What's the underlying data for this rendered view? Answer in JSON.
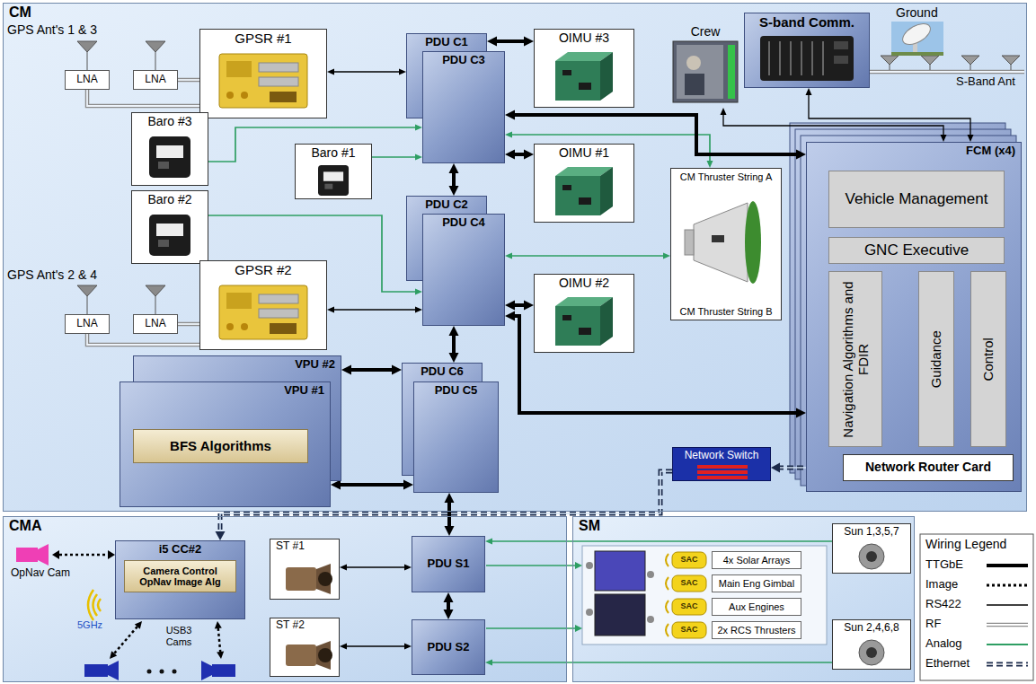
{
  "diagram": {
    "nodes": [
      {
        "text": [
          "CM"
        ]
      },
      {
        "text": [
          "LNA"
        ],
        "in": 0
      },
      {
        "text": [
          "LNA"
        ],
        "in": 0
      },
      {
        "text": [
          "GPSR #1"
        ],
        "in": 0
      },
      {
        "text": [
          "PDU C1"
        ],
        "in": 0
      },
      {
        "text": [
          "PDU C3"
        ],
        "in": 0
      },
      {
        "text": [
          "OIMU #3"
        ],
        "in": 0
      },
      {
        "text": [
          "Crew"
        ],
        "in": 0
      },
      {
        "text": [
          "S-band Comm."
        ],
        "in": 0
      },
      {
        "text": [
          "Baro #3"
        ],
        "in": 0
      },
      {
        "text": [
          "Baro #1"
        ],
        "in": 0
      },
      {
        "text": [
          "OIMU #1"
        ],
        "in": 0
      },
      {
        "text": [
          "CM Thruster String A",
          "CM Thruster String B"
        ],
        "in": 0
      },
      {
        "text": [
          "FCM (x4)"
        ],
        "in": 0
      },
      {
        "text": [
          "Vehicle Management"
        ],
        "in": 13
      },
      {
        "text": [
          "GNC Executive"
        ],
        "in": 13
      },
      {
        "text": [
          "Navigation Algorithms and FDIR"
        ],
        "in": 13
      },
      {
        "text": [
          "Guidance"
        ],
        "in": 13
      },
      {
        "text": [
          "Control"
        ],
        "in": 13
      },
      {
        "text": [
          "Baro #2"
        ],
        "in": 0
      },
      {
        "text": [
          "PDU C2"
        ],
        "in": 0
      },
      {
        "text": [
          "PDU C4"
        ],
        "in": 0
      },
      {
        "text": [
          "LNA"
        ],
        "in": 0
      },
      {
        "text": [
          "LNA"
        ],
        "in": 0
      },
      {
        "text": [
          "GPSR #2"
        ],
        "in": 0
      },
      {
        "text": [
          "OIMU #2"
        ],
        "in": 0
      },
      {
        "text": [
          "VPU #2"
        ],
        "in": 0
      },
      {
        "text": [
          "VPU #1"
        ],
        "in": 0
      },
      {
        "text": [
          "BFS Algorithms"
        ],
        "in": 27
      },
      {
        "text": [
          "PDU C6"
        ],
        "in": 0
      },
      {
        "text": [
          "PDU C5"
        ],
        "in": 0
      },
      {
        "text": [
          "Network Switch"
        ],
        "in": 0
      },
      {
        "text": [
          "Network Router Card"
        ],
        "in": 13
      },
      {
        "text": [
          "CMA"
        ]
      },
      {
        "text": [
          "i5 CC#2"
        ],
        "in": 33
      },
      {
        "text": [
          "Camera Control OpNav Image Alg"
        ],
        "in": 34
      },
      {
        "text": [
          "ST #1"
        ],
        "in": 33
      },
      {
        "text": [
          "ST #2"
        ],
        "in": 33
      },
      {
        "text": [
          "PDU S1"
        ],
        "in": 33
      },
      {
        "text": [
          "PDU S2"
        ],
        "in": 33
      },
      {
        "text": [
          "SM"
        ]
      },
      {
        "text": [
          "4x Solar Arrays"
        ],
        "in": 40
      },
      {
        "text": [
          "Main Eng Gimbal"
        ],
        "in": 40
      },
      {
        "text": [
          "Aux Engines"
        ],
        "in": 40
      },
      {
        "text": [
          "2x RCS Thrusters"
        ],
        "in": 40
      },
      {
        "text": [
          "Sun 1,3,5,7"
        ],
        "in": 40
      },
      {
        "text": [
          "Sun 2,4,6,8"
        ],
        "in": 40
      }
    ],
    "edges": [
      {
        "from": 1,
        "to": 3,
        "arrow": "none"
      },
      {
        "from": 2,
        "to": 3,
        "arrow": "none"
      },
      {
        "from": 3,
        "to": 4,
        "arrow": "both"
      },
      {
        "from": 4,
        "to": 6,
        "arrow": "both"
      },
      {
        "from": 9,
        "to": 5,
        "arrow": "to"
      },
      {
        "from": 10,
        "to": 5,
        "arrow": "to"
      },
      {
        "from": 5,
        "to": 11,
        "arrow": "both"
      },
      {
        "from": 5,
        "to": 20,
        "arrow": "both"
      },
      {
        "from": 5,
        "to": 12,
        "arrow": "both"
      },
      {
        "from": 5,
        "to": 13,
        "arrow": "both"
      },
      {
        "from": 7,
        "to": 13,
        "arrow": "both"
      },
      {
        "from": 8,
        "to": 13,
        "arrow": "both"
      },
      {
        "from": 19,
        "to": 21,
        "arrow": "to"
      },
      {
        "from": 24,
        "to": 21,
        "arrow": "both"
      },
      {
        "from": 22,
        "to": 24,
        "arrow": "none"
      },
      {
        "from": 23,
        "to": 24,
        "arrow": "none"
      },
      {
        "from": 21,
        "to": 25,
        "arrow": "both"
      },
      {
        "from": 21,
        "to": 12,
        "arrow": "both"
      },
      {
        "from": 21,
        "to": 29,
        "arrow": "both"
      },
      {
        "from": 21,
        "to": 13,
        "arrow": "both"
      },
      {
        "from": 26,
        "to": 29,
        "arrow": "both"
      },
      {
        "from": 27,
        "to": 30,
        "arrow": "both"
      },
      {
        "from": 31,
        "to": 32,
        "arrow": "both"
      },
      {
        "from": 31,
        "to": 34,
        "arrow": "to"
      },
      {
        "from": 30,
        "to": 38,
        "arrow": "both"
      },
      {
        "from": 36,
        "to": 38,
        "arrow": "both"
      },
      {
        "from": 37,
        "to": 39,
        "arrow": "both"
      },
      {
        "from": 38,
        "to": 39,
        "arrow": "both"
      },
      {
        "from": 45,
        "to": 38,
        "arrow": "to"
      },
      {
        "from": 46,
        "to": 39,
        "arrow": "to"
      }
    ],
    "labels": [
      "GPS Ant's 1 & 3",
      "Ground",
      "S-Band Ant",
      "GPS Ant's 2 & 4",
      "OpNav Cam",
      "5GHz",
      "USB3 Cams",
      "SAC",
      "SAC",
      "SAC",
      "SAC",
      "Wiring Legend"
    ],
    "legend": [
      {
        "text": "TTGbE"
      },
      {
        "text": "Image"
      },
      {
        "text": "RS422"
      },
      {
        "text": "RF"
      },
      {
        "text": "Analog"
      },
      {
        "text": "Ethernet"
      }
    ]
  }
}
